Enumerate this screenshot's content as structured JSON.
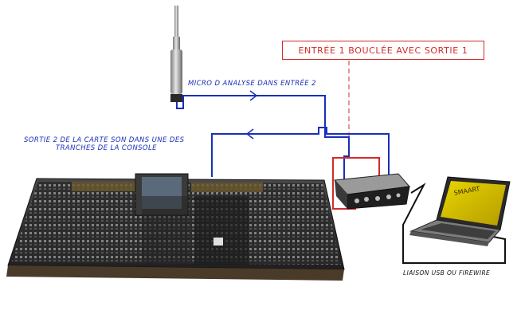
{
  "labels": {
    "box_label": "ENTRÉE 1 BOUCLÉE AVEC SORTIE 1",
    "mic_label": "MICRO D ANALYSE DANS ENTRÉE 2",
    "output_label_line1": "SORTIE 2 DE LA CARTE SON DANS UNE DES",
    "output_label_line2": "TRANCHES DE LA CONSOLE",
    "laptop_screen_text": "SMAART",
    "connection_label": "LIAISON USB OU FIREWIRE"
  },
  "icons": {
    "microphone": "microphone-icon",
    "mixing_console": "mixing-console-icon",
    "sound_card": "audio-interface-icon",
    "laptop": "laptop-icon"
  },
  "colors": {
    "box_border": "#d42a2a",
    "blue_wire": "#1a2fb8",
    "red_wire": "#d42a2a",
    "console_body": "#2a2a2a",
    "laptop_screen": "#d8c100"
  }
}
